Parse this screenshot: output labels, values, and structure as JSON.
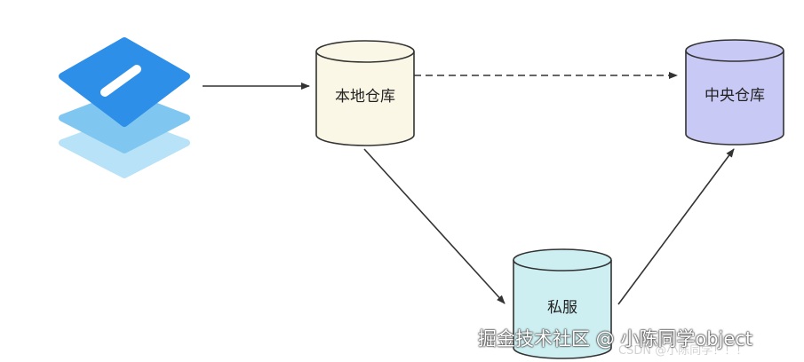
{
  "nodes": {
    "local": {
      "label": "本地仓库",
      "fill": "#fbf7e6"
    },
    "central": {
      "label": "中央仓库",
      "fill": "#c9c9f6"
    },
    "private": {
      "label": "私服",
      "fill": "#cdeff1"
    }
  },
  "logo": {
    "icon": "layers-stack-icon",
    "colors": [
      "#2d8fe8",
      "#7fc7f0",
      "#b8e2f8"
    ]
  },
  "edges": [
    {
      "from": "logo",
      "to": "local",
      "style": "solid"
    },
    {
      "from": "local",
      "to": "central",
      "style": "dashed"
    },
    {
      "from": "local",
      "to": "private",
      "style": "solid"
    },
    {
      "from": "private",
      "to": "central",
      "style": "solid"
    }
  ],
  "watermark": {
    "main": "掘金技术社区 @ 小陈同学object",
    "sub": "CSDN @小陈同学！！！"
  }
}
